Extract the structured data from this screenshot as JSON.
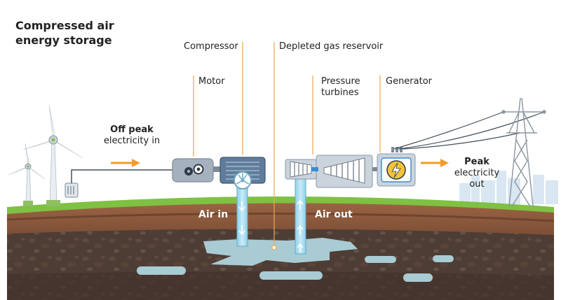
{
  "title": "Compressed air energy storage",
  "labels": {
    "compressor": "Compressor",
    "depleted_reservoir": "Depleted gas reservoir",
    "motor": "Motor",
    "pressure_turbines_line1": "Pressure",
    "pressure_turbines_line2": "turbines",
    "generator": "Generator",
    "off_peak_line1": "Off peak",
    "off_peak_line2": "electricity in",
    "peak_line1": "Peak",
    "peak_line2": "electricity",
    "peak_line3": "out",
    "air_in": "Air in",
    "air_out": "Air out"
  },
  "icons": [
    "wind-turbine-icon",
    "motor-gear-icon",
    "compressor-fan-icon",
    "turbine-icon",
    "lightning-bolt-icon",
    "pylon-icon",
    "arrow-right-icon"
  ],
  "colors": {
    "accent_orange": "#f39a2b",
    "callout_line": "#f0a54a",
    "grass": "#7ec143",
    "soil": "#8a5a3c",
    "rock": "#4b3a32",
    "air": "#a9dcef",
    "machinery": "#9aa6b4"
  }
}
